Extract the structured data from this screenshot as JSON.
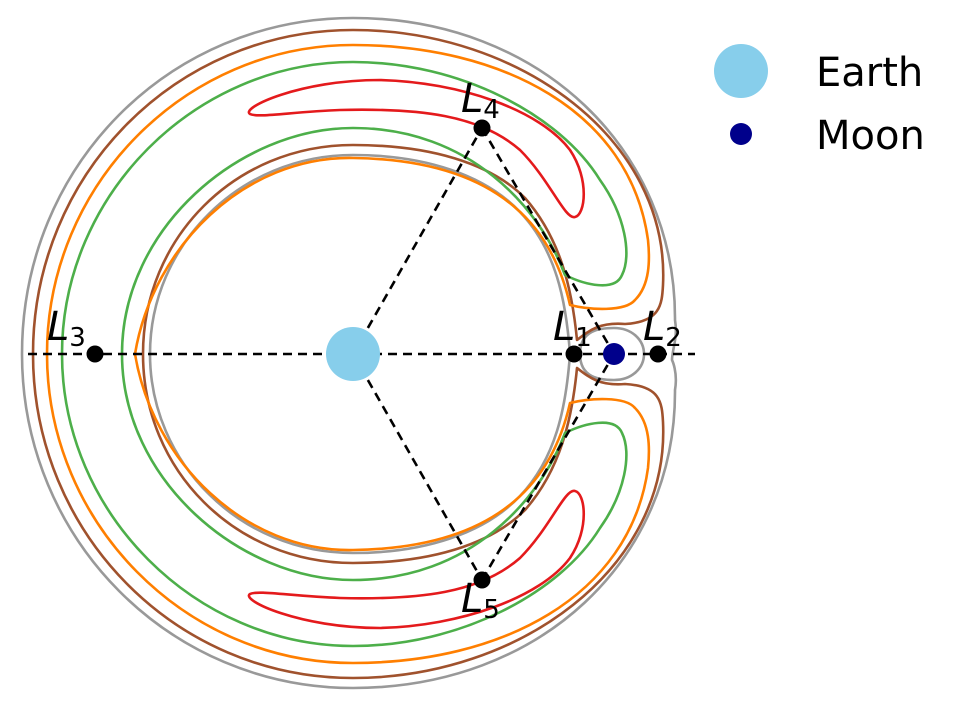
{
  "colors": {
    "earth": "#87CEEB",
    "moon": "#00008B",
    "lagrange_point": "#000000",
    "guide_lines": "#000000",
    "contour_outer": "#999999",
    "contour_brown": "#A0522D",
    "contour_orange": "#FF7F00",
    "contour_green": "#4DAF4A",
    "contour_red": "#E41A1C"
  },
  "bodies": {
    "earth": {
      "legend_label": "Earth"
    },
    "moon": {
      "legend_label": "Moon"
    }
  },
  "lagrange_points": [
    {
      "id": "L1",
      "letter": "L",
      "subscript": "1"
    },
    {
      "id": "L2",
      "letter": "L",
      "subscript": "2"
    },
    {
      "id": "L3",
      "letter": "L",
      "subscript": "3"
    },
    {
      "id": "L4",
      "letter": "L",
      "subscript": "4"
    },
    {
      "id": "L5",
      "letter": "L",
      "subscript": "5"
    }
  ],
  "legend": {
    "placement": "top-right",
    "entries": [
      "Earth",
      "Moon"
    ]
  }
}
